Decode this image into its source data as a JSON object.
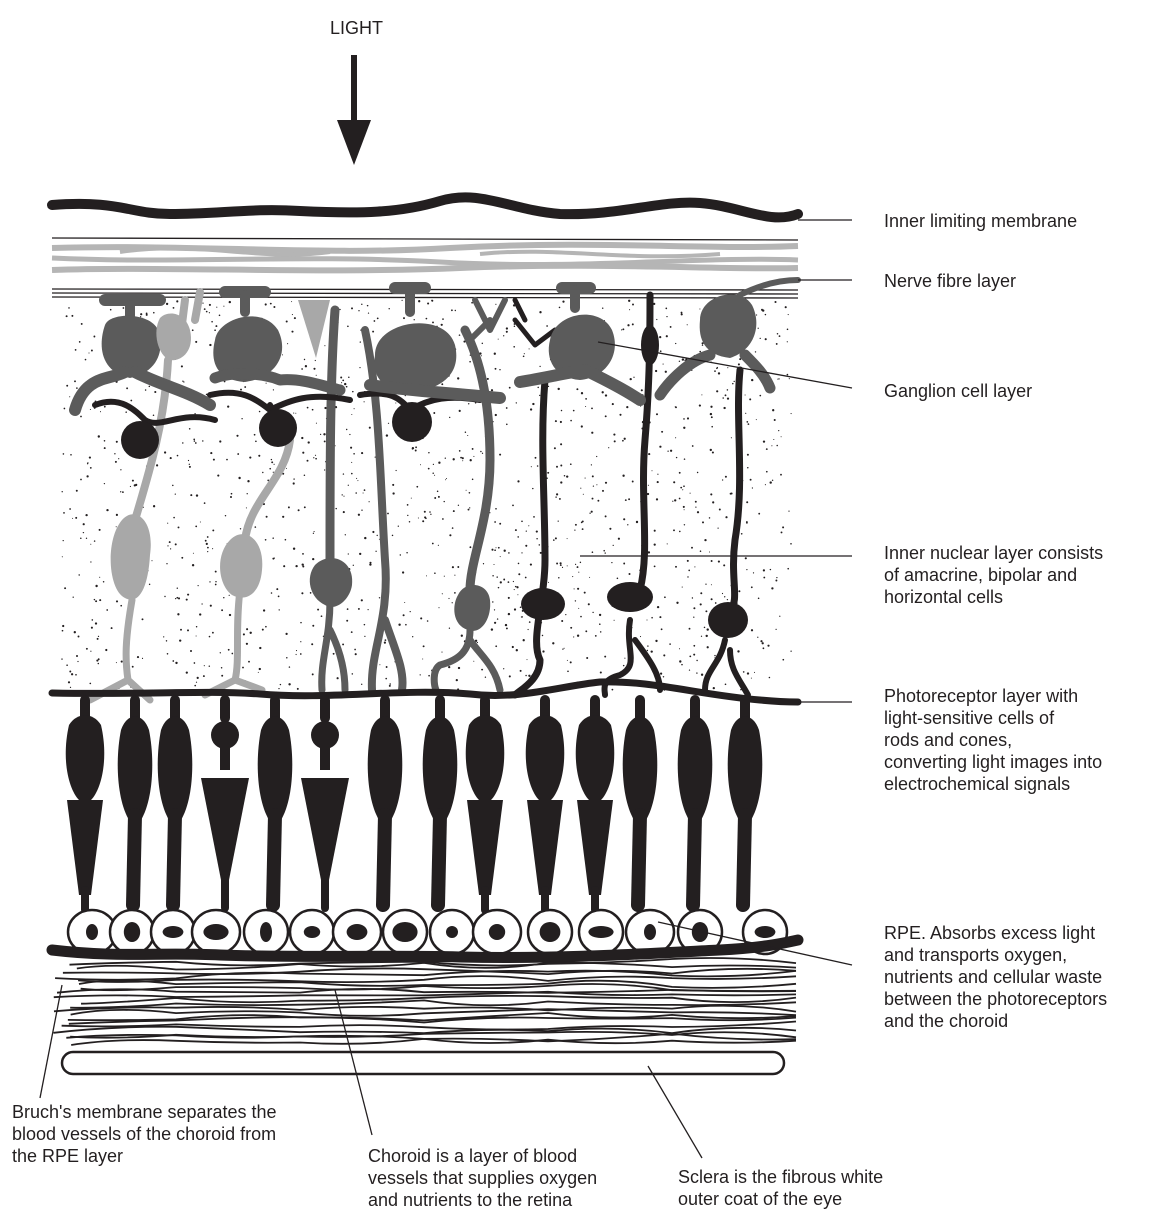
{
  "light_label": "LIGHT",
  "labels": {
    "inner_limiting": "Inner limiting membrane",
    "nerve_fibre": "Nerve fibre layer",
    "ganglion": "Ganglion cell layer",
    "inner_nuclear": "Inner nuclear layer consists\nof amacrine, bipolar and\nhorizontal cells",
    "photoreceptor": "Photoreceptor layer with\nlight-sensitive cells of\nrods and cones,\nconverting light images into\nelectrochemical signals",
    "rpe": "RPE. Absorbs excess light\nand transports oxygen,\nnutrients and cellular waste\nbetween the photoreceptors\nand the choroid",
    "bruch": "Bruch's membrane separates the\nblood vessels of the choroid from\nthe RPE layer",
    "choroid": "Choroid is a layer of blood\nvessels that supplies oxygen\nand nutrients to the retina",
    "sclera": "Sclera is the fibrous white\nouter coat of the eye"
  },
  "colors": {
    "ink": "#231f20",
    "dark_gray": "#5b5b5b",
    "light_gray": "#a8a8a8",
    "nerve_gray": "#b5b5b5"
  }
}
